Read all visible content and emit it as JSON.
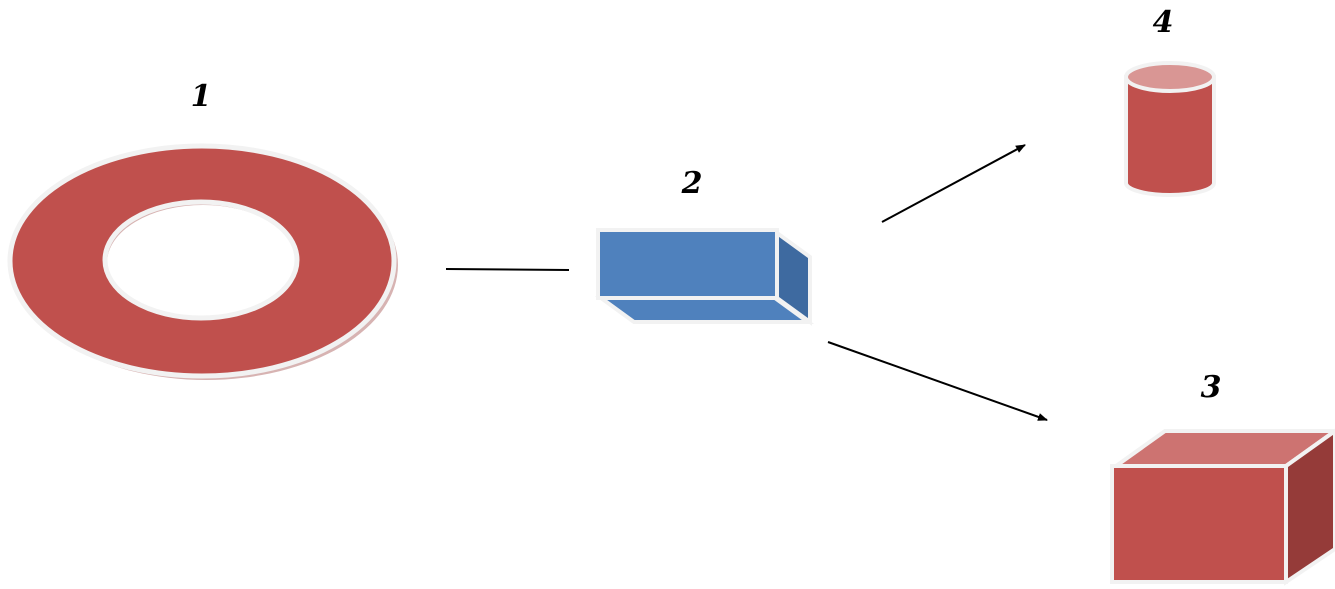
{
  "diagram": {
    "nodes": [
      {
        "id": "ring",
        "label": "1",
        "shape": "ring"
      },
      {
        "id": "flat-box",
        "label": "2",
        "shape": "flat-box"
      },
      {
        "id": "cube",
        "label": "3",
        "shape": "cube"
      },
      {
        "id": "cylinder",
        "label": "4",
        "shape": "cylinder"
      }
    ],
    "edges": [
      {
        "from": "ring",
        "to": "flat-box",
        "arrow": false
      },
      {
        "from": "flat-box",
        "to": "cylinder",
        "arrow": true
      },
      {
        "from": "flat-box",
        "to": "cube",
        "arrow": true
      }
    ]
  },
  "colors": {
    "red": "#c0504d",
    "red_light": "#cd7371",
    "red_dark": "#953b39",
    "red_top": "#d99694",
    "blue": "#4f81bd",
    "blue_dark": "#3e6aa0",
    "outline": "#f2f2f2",
    "shadow": "#d7b3b2",
    "line": "#000000"
  }
}
